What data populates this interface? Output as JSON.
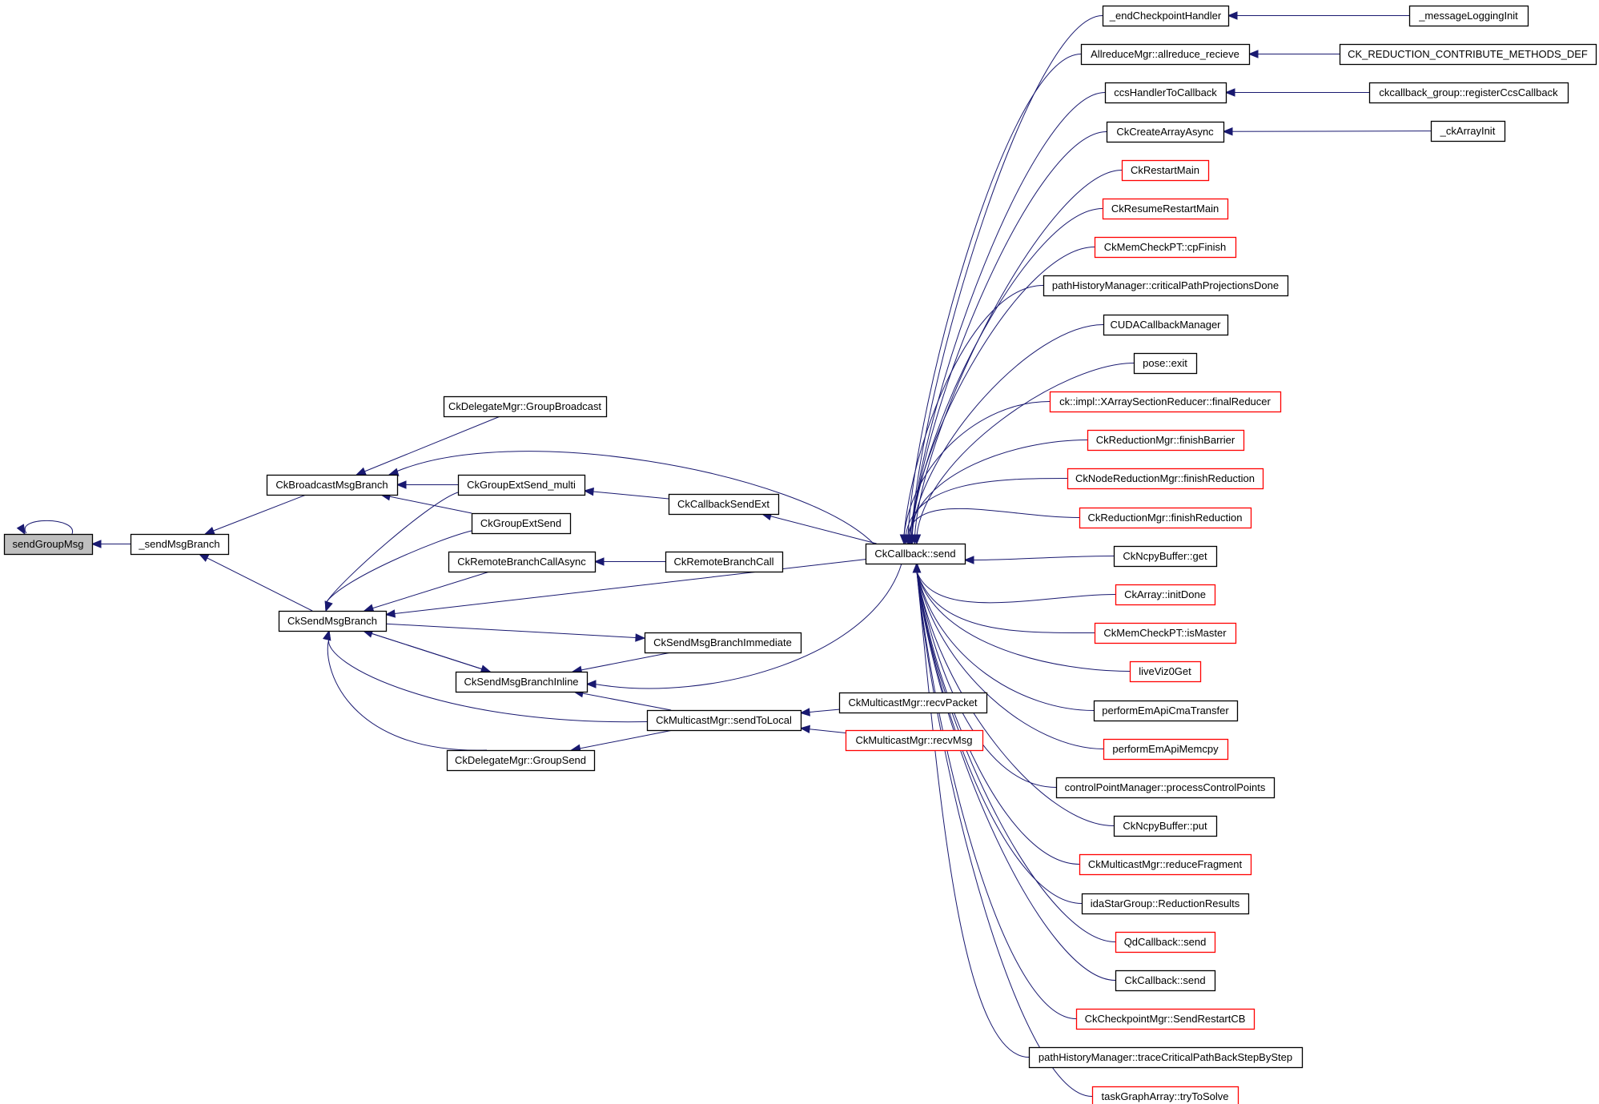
{
  "diagram": {
    "type": "call-graph",
    "colors": {
      "edge": "#191970",
      "node_border_normal": "#000000",
      "node_border_truncated": "#ff0000",
      "node_fill_focus": "#bfbfbf",
      "node_fill": "#ffffff"
    },
    "nodes": [
      {
        "id": "sendGroupMsg",
        "label": "sendGroupMsg",
        "kind": "focus"
      },
      {
        "id": "_sendMsgBranch",
        "label": "_sendMsgBranch",
        "kind": "normal"
      },
      {
        "id": "CkBroadcastMsgBranch",
        "label": "CkBroadcastMsgBranch",
        "kind": "normal"
      },
      {
        "id": "CkSendMsgBranch",
        "label": "CkSendMsgBranch",
        "kind": "normal"
      },
      {
        "id": "CkDelegateMgr_GroupBroadcast",
        "label": "CkDelegateMgr::GroupBroadcast",
        "kind": "normal"
      },
      {
        "id": "CkGroupExtSend_multi",
        "label": "CkGroupExtSend_multi",
        "kind": "normal"
      },
      {
        "id": "CkGroupExtSend",
        "label": "CkGroupExtSend",
        "kind": "normal"
      },
      {
        "id": "CkRemoteBranchCallAsync",
        "label": "CkRemoteBranchCallAsync",
        "kind": "normal"
      },
      {
        "id": "CkSendMsgBranchInline",
        "label": "CkSendMsgBranchInline",
        "kind": "normal"
      },
      {
        "id": "CkDelegateMgr_GroupSend",
        "label": "CkDelegateMgr::GroupSend",
        "kind": "normal"
      },
      {
        "id": "CkCallbackSendExt",
        "label": "CkCallbackSendExt",
        "kind": "normal"
      },
      {
        "id": "CkRemoteBranchCall",
        "label": "CkRemoteBranchCall",
        "kind": "normal"
      },
      {
        "id": "CkSendMsgBranchImmediate",
        "label": "CkSendMsgBranchImmediate",
        "kind": "normal"
      },
      {
        "id": "CkMulticastMgr_sendToLocal",
        "label": "CkMulticastMgr::sendToLocal",
        "kind": "normal"
      },
      {
        "id": "CkCallback_send",
        "label": "CkCallback::send",
        "kind": "normal"
      },
      {
        "id": "CkMulticastMgr_recvPacket",
        "label": "CkMulticastMgr::recvPacket",
        "kind": "normal"
      },
      {
        "id": "CkMulticastMgr_recvMsg",
        "label": "CkMulticastMgr::recvMsg",
        "kind": "truncated"
      },
      {
        "id": "r0",
        "label": "_endCheckpointHandler",
        "kind": "normal"
      },
      {
        "id": "r1",
        "label": "AllreduceMgr::allreduce_recieve",
        "kind": "normal"
      },
      {
        "id": "r2",
        "label": "ccsHandlerToCallback",
        "kind": "normal"
      },
      {
        "id": "r3",
        "label": "CkCreateArrayAsync",
        "kind": "normal"
      },
      {
        "id": "r4",
        "label": "CkRestartMain",
        "kind": "truncated"
      },
      {
        "id": "r5",
        "label": "CkResumeRestartMain",
        "kind": "truncated"
      },
      {
        "id": "r6",
        "label": "CkMemCheckPT::cpFinish",
        "kind": "truncated"
      },
      {
        "id": "r7",
        "label": "pathHistoryManager::criticalPathProjectionsDone",
        "kind": "normal"
      },
      {
        "id": "r8",
        "label": "CUDACallbackManager",
        "kind": "normal"
      },
      {
        "id": "r9",
        "label": "pose::exit",
        "kind": "normal"
      },
      {
        "id": "r10",
        "label": "ck::impl::XArraySectionReducer::finalReducer",
        "kind": "truncated"
      },
      {
        "id": "r11",
        "label": "CkReductionMgr::finishBarrier",
        "kind": "truncated"
      },
      {
        "id": "r12",
        "label": "CkNodeReductionMgr::finishReduction",
        "kind": "truncated"
      },
      {
        "id": "r13",
        "label": "CkReductionMgr::finishReduction",
        "kind": "truncated"
      },
      {
        "id": "r14",
        "label": "CkNcpyBuffer::get",
        "kind": "normal"
      },
      {
        "id": "r15",
        "label": "CkArray::initDone",
        "kind": "truncated"
      },
      {
        "id": "r16",
        "label": "CkMemCheckPT::isMaster",
        "kind": "truncated"
      },
      {
        "id": "r17",
        "label": "liveViz0Get",
        "kind": "truncated"
      },
      {
        "id": "r18",
        "label": "performEmApiCmaTransfer",
        "kind": "normal"
      },
      {
        "id": "r19",
        "label": "performEmApiMemcpy",
        "kind": "truncated"
      },
      {
        "id": "r20",
        "label": "controlPointManager::processControlPoints",
        "kind": "normal"
      },
      {
        "id": "r21",
        "label": "CkNcpyBuffer::put",
        "kind": "normal"
      },
      {
        "id": "r22",
        "label": "CkMulticastMgr::reduceFragment",
        "kind": "truncated"
      },
      {
        "id": "r23",
        "label": "idaStarGroup::ReductionResults",
        "kind": "normal"
      },
      {
        "id": "r24",
        "label": "QdCallback::send",
        "kind": "truncated"
      },
      {
        "id": "r25",
        "label": "CkCallback::send",
        "kind": "normal"
      },
      {
        "id": "r26",
        "label": "CkCheckpointMgr::SendRestartCB",
        "kind": "truncated"
      },
      {
        "id": "r27",
        "label": "pathHistoryManager::traceCriticalPathBackStepByStep",
        "kind": "normal"
      },
      {
        "id": "r28",
        "label": "taskGraphArray::tryToSolve",
        "kind": "truncated"
      },
      {
        "id": "f0",
        "label": "_messageLoggingInit",
        "kind": "normal"
      },
      {
        "id": "f1",
        "label": "CK_REDUCTION_CONTRIBUTE_METHODS_DEF",
        "kind": "normal"
      },
      {
        "id": "f2",
        "label": "ckcallback_group::registerCcsCallback",
        "kind": "normal"
      },
      {
        "id": "f3",
        "label": "_ckArrayInit",
        "kind": "normal"
      }
    ],
    "edges": [
      {
        "from": "sendGroupMsg",
        "to": "sendGroupMsg"
      },
      {
        "from": "_sendMsgBranch",
        "to": "sendGroupMsg"
      },
      {
        "from": "CkBroadcastMsgBranch",
        "to": "_sendMsgBranch"
      },
      {
        "from": "CkSendMsgBranch",
        "to": "_sendMsgBranch"
      },
      {
        "from": "CkDelegateMgr_GroupBroadcast",
        "to": "CkBroadcastMsgBranch"
      },
      {
        "from": "CkCallback_send",
        "to": "CkBroadcastMsgBranch"
      },
      {
        "from": "CkGroupExtSend_multi",
        "to": "CkBroadcastMsgBranch"
      },
      {
        "from": "CkGroupExtSend",
        "to": "CkBroadcastMsgBranch"
      },
      {
        "from": "CkGroupExtSend_multi",
        "to": "CkSendMsgBranch"
      },
      {
        "from": "CkGroupExtSend",
        "to": "CkSendMsgBranch"
      },
      {
        "from": "CkRemoteBranchCallAsync",
        "to": "CkSendMsgBranch"
      },
      {
        "from": "CkCallback_send",
        "to": "CkSendMsgBranch"
      },
      {
        "from": "CkSendMsgBranch",
        "to": "CkSendMsgBranchImmediate"
      },
      {
        "from": "CkSendMsgBranch",
        "to": "CkSendMsgBranchInline"
      },
      {
        "from": "CkSendMsgBranchInline",
        "to": "CkSendMsgBranch"
      },
      {
        "from": "CkMulticastMgr_sendToLocal",
        "to": "CkSendMsgBranch"
      },
      {
        "from": "CkDelegateMgr_GroupSend",
        "to": "CkSendMsgBranch"
      },
      {
        "from": "CkCallbackSendExt",
        "to": "CkGroupExtSend_multi"
      },
      {
        "from": "CkRemoteBranchCall",
        "to": "CkRemoteBranchCallAsync"
      },
      {
        "from": "CkSendMsgBranchImmediate",
        "to": "CkSendMsgBranchInline"
      },
      {
        "from": "CkCallback_send",
        "to": "CkSendMsgBranchInline"
      },
      {
        "from": "CkMulticastMgr_sendToLocal",
        "to": "CkSendMsgBranchInline"
      },
      {
        "from": "CkMulticastMgr_sendToLocal",
        "to": "CkDelegateMgr_GroupSend"
      },
      {
        "from": "CkCallback_send",
        "to": "CkCallbackSendExt"
      },
      {
        "from": "CkMulticastMgr_recvPacket",
        "to": "CkMulticastMgr_sendToLocal"
      },
      {
        "from": "CkMulticastMgr_recvMsg",
        "to": "CkMulticastMgr_sendToLocal"
      },
      {
        "from": "r0",
        "to": "CkCallback_send"
      },
      {
        "from": "r1",
        "to": "CkCallback_send"
      },
      {
        "from": "r2",
        "to": "CkCallback_send"
      },
      {
        "from": "r3",
        "to": "CkCallback_send"
      },
      {
        "from": "r4",
        "to": "CkCallback_send"
      },
      {
        "from": "r5",
        "to": "CkCallback_send"
      },
      {
        "from": "r6",
        "to": "CkCallback_send"
      },
      {
        "from": "r7",
        "to": "CkCallback_send"
      },
      {
        "from": "r8",
        "to": "CkCallback_send"
      },
      {
        "from": "r9",
        "to": "CkCallback_send"
      },
      {
        "from": "r10",
        "to": "CkCallback_send"
      },
      {
        "from": "r11",
        "to": "CkCallback_send"
      },
      {
        "from": "r12",
        "to": "CkCallback_send"
      },
      {
        "from": "r13",
        "to": "CkCallback_send"
      },
      {
        "from": "r14",
        "to": "CkCallback_send"
      },
      {
        "from": "r15",
        "to": "CkCallback_send"
      },
      {
        "from": "r16",
        "to": "CkCallback_send"
      },
      {
        "from": "r17",
        "to": "CkCallback_send"
      },
      {
        "from": "r18",
        "to": "CkCallback_send"
      },
      {
        "from": "r19",
        "to": "CkCallback_send"
      },
      {
        "from": "r20",
        "to": "CkCallback_send"
      },
      {
        "from": "r21",
        "to": "CkCallback_send"
      },
      {
        "from": "r22",
        "to": "CkCallback_send"
      },
      {
        "from": "r23",
        "to": "CkCallback_send"
      },
      {
        "from": "r24",
        "to": "CkCallback_send"
      },
      {
        "from": "r25",
        "to": "CkCallback_send"
      },
      {
        "from": "r26",
        "to": "CkCallback_send"
      },
      {
        "from": "r27",
        "to": "CkCallback_send"
      },
      {
        "from": "r28",
        "to": "CkCallback_send"
      },
      {
        "from": "f0",
        "to": "r0"
      },
      {
        "from": "f1",
        "to": "r1"
      },
      {
        "from": "f2",
        "to": "r2"
      },
      {
        "from": "f3",
        "to": "r3"
      }
    ]
  }
}
